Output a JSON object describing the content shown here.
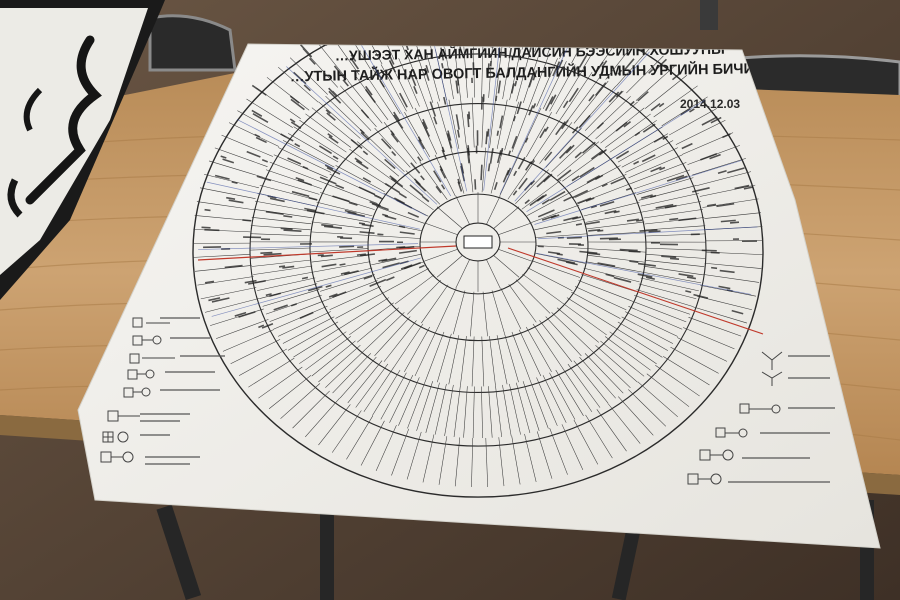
{
  "scene": {
    "description_labels": {
      "title_line_1": "…УШЭЭТ ХАН АЙМГИЙН ДАЙСИН БЭЭСИЙН ХОШУУНЫ",
      "title_line_2": "…УТЫН ТАЙЖ НАР ОВОГТ БАЛДАНГИЙН УДМЫН УРГИЙН БИЧИГ",
      "date": "2014.12.03"
    },
    "colors": {
      "floor": "#5b4a3a",
      "table": "#c79d66",
      "paper": "#f1f0ec",
      "ink": "#2b2b2b",
      "accent_red": "#c0392b",
      "accent_blue": "#3a4fa0"
    }
  }
}
